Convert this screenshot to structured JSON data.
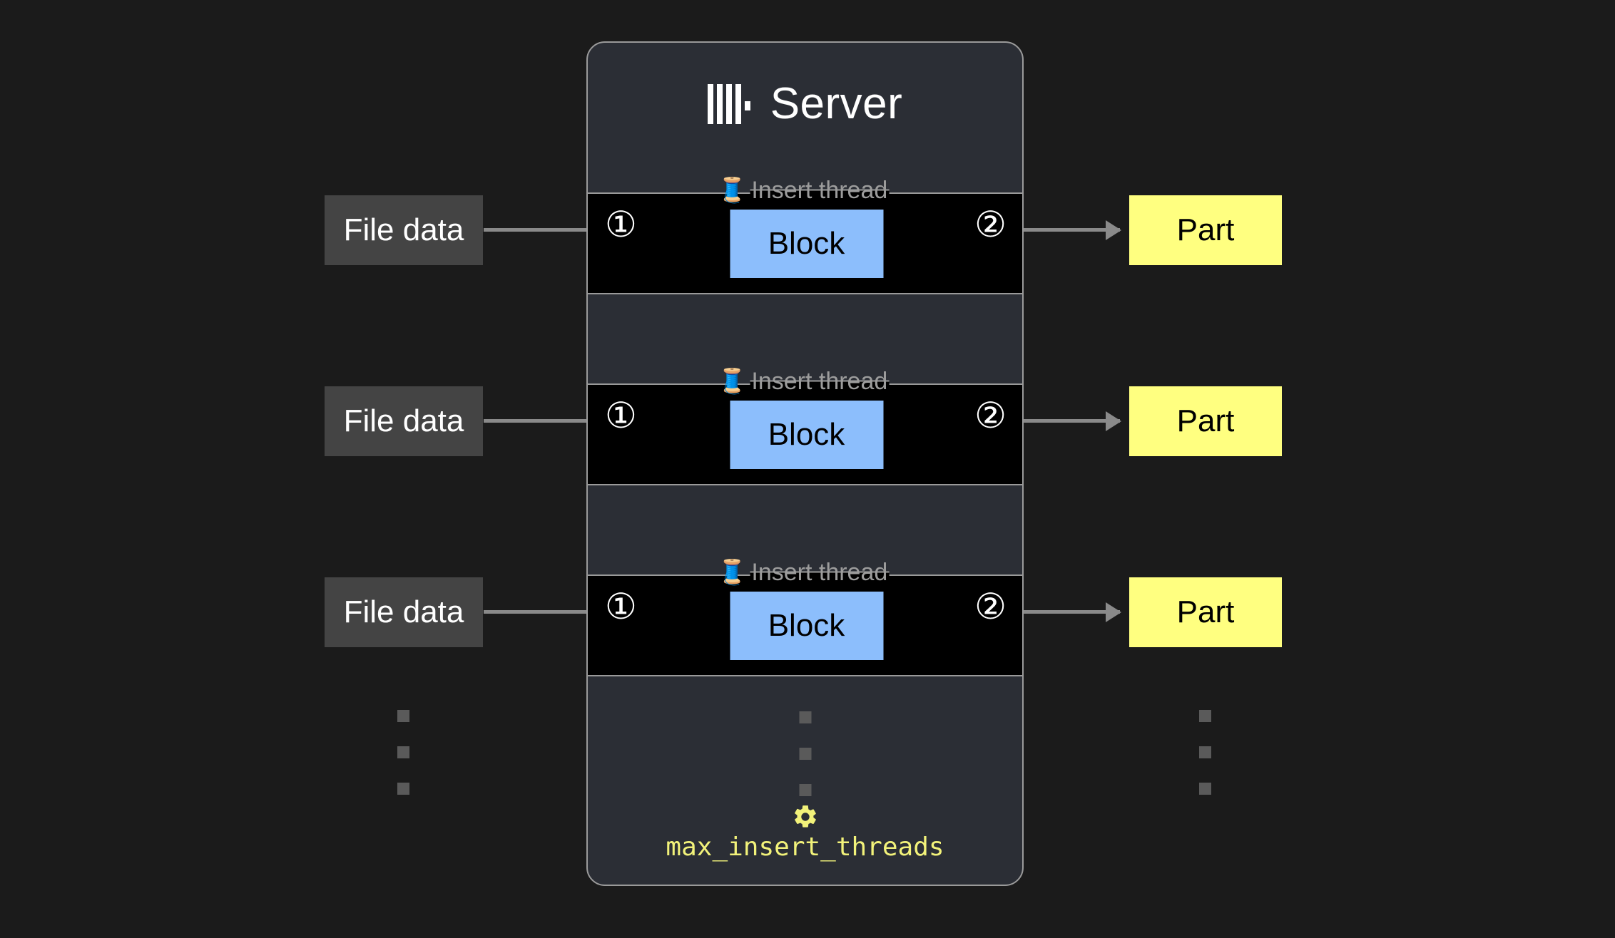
{
  "canvas": {
    "background": "#1b1b1b"
  },
  "server": {
    "title": "Server",
    "logo_icon": "clickhouse-logo-icon",
    "panel_background": "#2b2e35",
    "border_color": "#9a9a9a",
    "setting": {
      "icon": "gear-icon",
      "name": "max_insert_threads",
      "color": "#f2f27a"
    }
  },
  "legend": {
    "thread_icon": "thread-spool-icon",
    "thread_label": "Insert thread",
    "label_color": "#9c9c9c"
  },
  "steps": {
    "in": "①",
    "out": "②"
  },
  "colors": {
    "block": "#8cbefc",
    "part": "#ffff80",
    "file_data": "#444444",
    "arrow": "#8a8a8a",
    "dot": "#5a5a5a"
  },
  "rows": [
    {
      "file_label": "File data",
      "block_label": "Block",
      "part_label": "Part",
      "thread_label": "Insert thread",
      "step_in": "①",
      "step_out": "②"
    },
    {
      "file_label": "File data",
      "block_label": "Block",
      "part_label": "Part",
      "thread_label": "Insert thread",
      "step_in": "①",
      "step_out": "②"
    },
    {
      "file_label": "File data",
      "block_label": "Block",
      "part_label": "Part",
      "thread_label": "Insert thread",
      "step_in": "①",
      "step_out": "②"
    }
  ],
  "ellipsis": {
    "dot_count": 3
  }
}
